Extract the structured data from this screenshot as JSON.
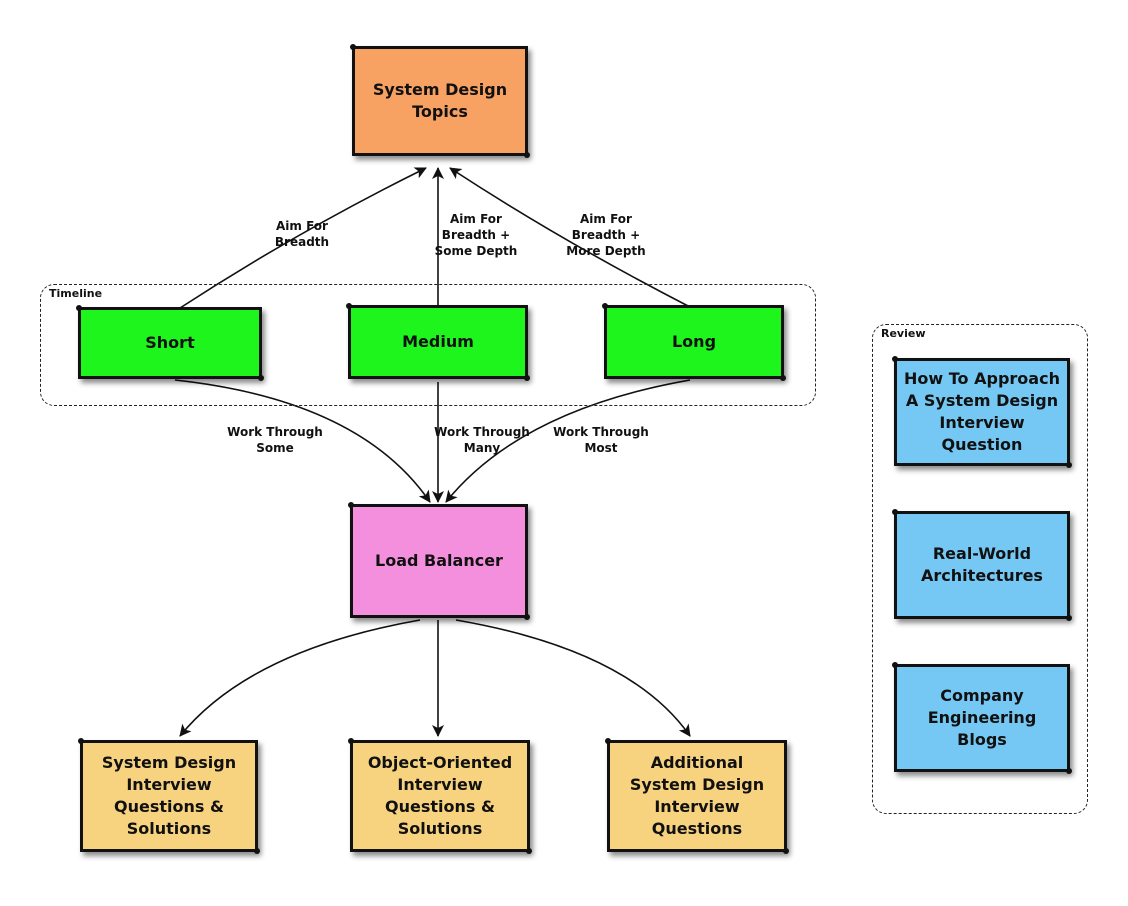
{
  "colors": {
    "orange": "#f7a163",
    "green": "#1df51d",
    "pink": "#f38fdc",
    "yellow": "#f7d27f",
    "blue": "#75c8f4",
    "stroke": "#111111"
  },
  "groups": {
    "timeline_label": "Timeline",
    "review_label": "Review"
  },
  "nodes": {
    "topics": "System Design\nTopics",
    "short": "Short",
    "medium": "Medium",
    "long": "Long",
    "load_balancer": "Load Balancer",
    "sd_questions": "System Design\nInterview\nQuestions &\nSolutions",
    "oo_questions": "Object-Oriented\nInterview\nQuestions &\nSolutions",
    "additional": "Additional\nSystem Design\nInterview\nQuestions",
    "approach": "How To Approach\nA System Design\nInterview\nQuestion",
    "architectures": "Real-World\nArchitectures",
    "blogs": "Company\nEngineering\nBlogs"
  },
  "edges": {
    "short_topics": "Aim For\nBreadth",
    "medium_topics": "Aim For\nBreadth +\nSome Depth",
    "long_topics": "Aim For\nBreadth +\nMore Depth",
    "short_lb": "Work Through\nSome",
    "medium_lb": "Work Through\nMany",
    "long_lb": "Work Through\nMost"
  }
}
